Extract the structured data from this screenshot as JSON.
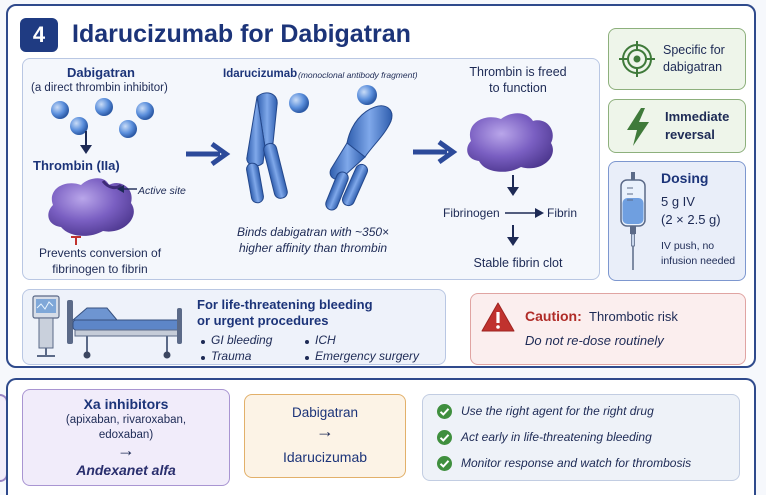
{
  "header": {
    "step_number": "4",
    "title": "Idarucizumab for Dabigatran"
  },
  "mechanism": {
    "dabigatran_label": "Dabigatran",
    "dabigatran_desc": "(a direct thrombin inhibitor)",
    "thrombin_label": "Thrombin (IIa)",
    "active_site_label": "Active site",
    "prevents_line1": "Prevents conversion of",
    "prevents_line2": "fibrinogen to fibrin",
    "idarucizumab_label": "Idarucizumab",
    "idarucizumab_desc": "(monoclonal antibody fragment)",
    "binds_line1": "Binds dabigatran with ~350×",
    "binds_line2": "higher affinity than thrombin",
    "freed_line1": "Thrombin is freed",
    "freed_line2": "to function",
    "fibrinogen_label": "Fibrinogen",
    "fibrin_label": "Fibrin",
    "clot_label": "Stable fibrin clot"
  },
  "side_cards": {
    "specific_line1": "Specific for",
    "specific_line2": "dabigatran",
    "immediate_line1": "Immediate",
    "immediate_line2": "reversal",
    "dosing_title": "Dosing",
    "dose_main": "5 g IV",
    "dose_split": "(2 × 2.5 g)",
    "dose_note_line1": "IV push, no",
    "dose_note_line2": "infusion needed"
  },
  "indications": {
    "title_line1": "For life-threatening bleeding",
    "title_line2": "or urgent procedures",
    "items": [
      "GI bleeding",
      "ICH",
      "Trauma",
      "Emergency surgery"
    ]
  },
  "caution": {
    "label": "Caution:",
    "text": "Thrombotic risk",
    "note": "Do not re-dose routinely"
  },
  "summary": {
    "xa_title": "Xa inhibitors",
    "xa_drugs_line1": "(apixaban, rivaroxaban,",
    "xa_drugs_line2": "edoxaban)",
    "xa_arrow": "→",
    "xa_antidote": "Andexanet alfa",
    "dabi_title": "Dabigatran",
    "dabi_arrow": "→",
    "dabi_antidote": "Idarucizumab",
    "checklist": [
      "Use the right agent for the right drug",
      "Act early in life-threatening bleeding",
      "Monitor response and watch for thrombosis"
    ]
  },
  "colors": {
    "navy": "#1c3479",
    "thrombin_purple": "#7a5fc2",
    "drug_blue": "#4f86d6",
    "green_accent": "#3f8f3e",
    "caution_red": "#c0322e",
    "orange_accent": "#e2b06a"
  }
}
